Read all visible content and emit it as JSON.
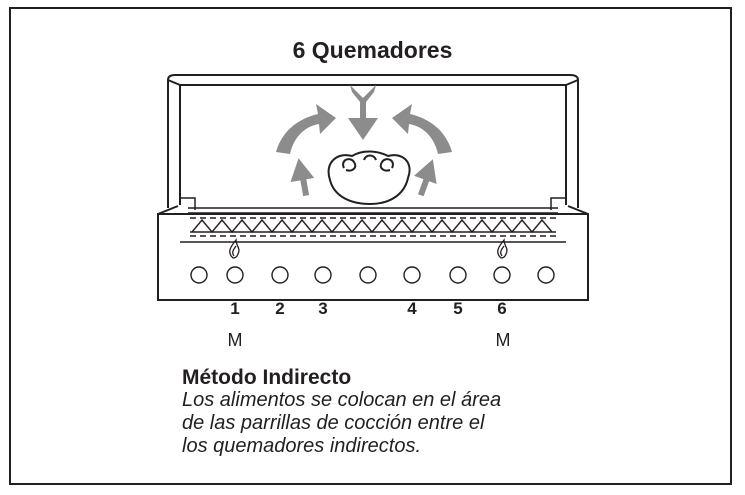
{
  "title": "6 Quemadores",
  "burner_numbers": [
    "1",
    "2",
    "3",
    "4",
    "5",
    "6"
  ],
  "marker_labels": [
    "M",
    "M"
  ],
  "method": {
    "heading": "Método Indirecto",
    "lines": [
      "Los alimentos se colocan en el área",
      "de las parrillas de cocción entre el",
      "los quemadores indirectos."
    ]
  },
  "colors": {
    "ink": "#231f20",
    "arrow": "#8c8c8c",
    "background": "#ffffff"
  },
  "icons": [
    "flame-icon",
    "food-icon",
    "heat-arrow-icon",
    "control-knob-icon"
  ]
}
